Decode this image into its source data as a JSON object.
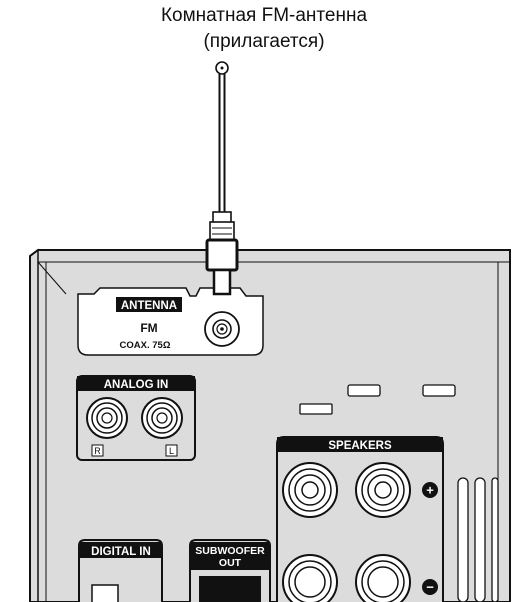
{
  "caption": {
    "line1": "Комнатная FM-антенна",
    "line2": "(прилагается)"
  },
  "panel": {
    "antenna": {
      "header": "ANTENNA",
      "band": "FM",
      "spec": "COAX. 75Ω"
    },
    "analog_in": {
      "header": "ANALOG IN",
      "right": "R",
      "left": "L"
    },
    "speakers": {
      "header": "SPEAKERS",
      "plus": "+",
      "minus": "−"
    },
    "digital_in": {
      "header": "DIGITAL IN"
    },
    "subwoofer": {
      "header_line1": "SUBWOOFER",
      "header_line2": "OUT"
    }
  },
  "colors": {
    "panel_fill": "#dcdcdc",
    "line": "#111111",
    "label_bg": "#111111",
    "label_fg": "#ffffff"
  }
}
